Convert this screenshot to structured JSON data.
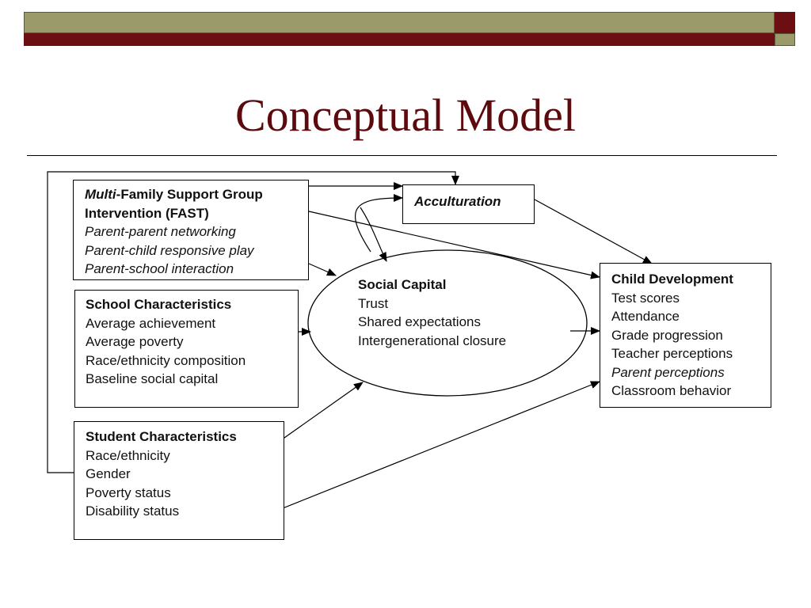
{
  "slide": {
    "title": "Conceptual Model"
  },
  "diagram": {
    "fast": {
      "title_italic": "Multi",
      "title_rest": "-Family Support Group",
      "title_line2": "Intervention (FAST)",
      "items": [
        "Parent-parent networking",
        "Parent-child responsive play",
        "Parent-school interaction"
      ]
    },
    "school": {
      "title": "School Characteristics",
      "items": [
        "Average achievement",
        "Average poverty",
        "Race/ethnicity composition",
        "Baseline social capital"
      ]
    },
    "student": {
      "title": "Student Characteristics",
      "items": [
        "Race/ethnicity",
        "Gender",
        "Poverty status",
        "Disability status"
      ]
    },
    "acculturation": {
      "label": "Acculturation"
    },
    "social_capital": {
      "title": "Social Capital",
      "items": [
        "Trust",
        "Shared expectations",
        "Intergenerational closure"
      ]
    },
    "child": {
      "title": "Child Development",
      "items": [
        "Test scores",
        "Attendance",
        "Grade progression",
        "Teacher perceptions"
      ],
      "italic_item": "Parent perceptions",
      "last_item": "Classroom behavior"
    }
  },
  "colors": {
    "header_olive": "#9a9a6a",
    "header_maroon": "#6b0f12",
    "title": "#5c0a0e"
  }
}
